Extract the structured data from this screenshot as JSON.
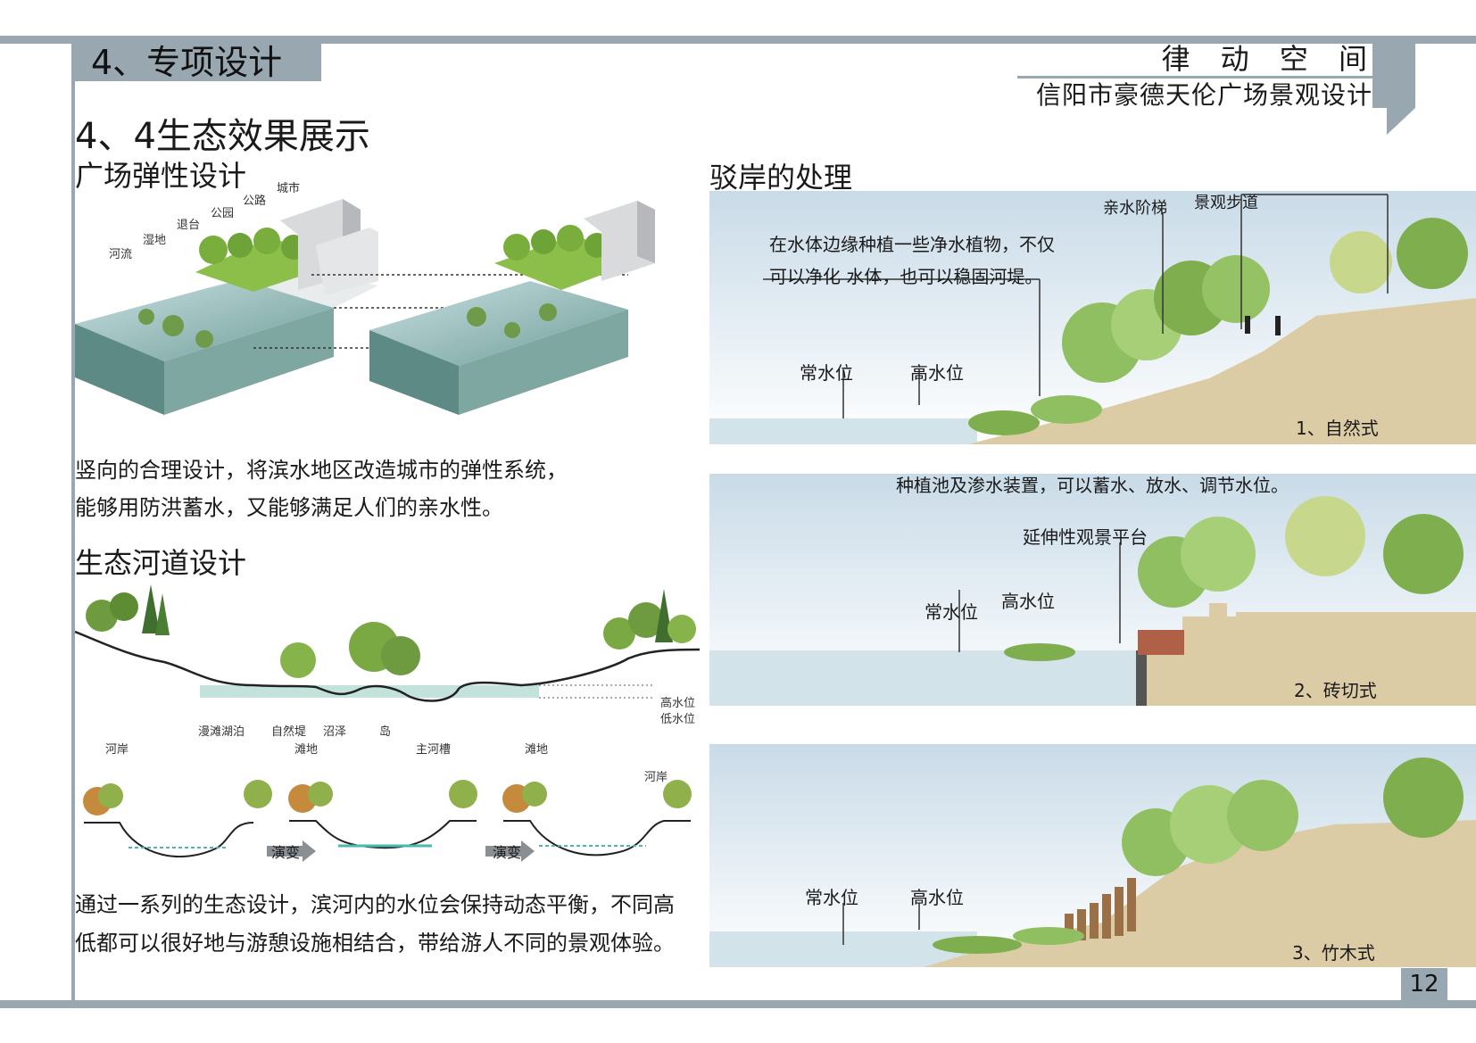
{
  "header": {
    "section": "4、专项设计",
    "project_slogan": "律 动 空 间",
    "project_name": "信阳市豪德天伦广场景观设计"
  },
  "left": {
    "main_heading": "4、4生态效果展示",
    "plaza_heading": "广场弹性设计",
    "plaza_labels": [
      "河流",
      "湿地",
      "退台",
      "公园",
      "公路",
      "城市"
    ],
    "plaza_text_1": "竖向的合理设计，将滨水地区改造城市的弹性系统，",
    "plaza_text_2": "能够用防洪蓄水，又能够满足人们的亲水性。",
    "river_heading": "生态河道设计",
    "river_labels": {
      "high_water": "高水位",
      "low_water": "低水位",
      "floodplain_lake": "漫滩湖泊",
      "natural_embankment": "自然堤",
      "marsh": "沼泽",
      "island": "岛",
      "bank_left": "河岸",
      "beach_1": "滩地",
      "main_channel": "主河槽",
      "beach_2": "滩地",
      "bank_right": "河岸"
    },
    "evolution_label_1": "演变",
    "evolution_label_2": "演变",
    "river_text_1": "通过一系列的生态设计，滨河内的水位会保持动态平衡，不同高",
    "river_text_2": "低都可以很好地与游憩设施相结合，带给游人不同的景观体验。"
  },
  "right": {
    "heading": "驳岸的处理",
    "panel1": {
      "note_1": "在水体边缘种植一些净水植物，不仅",
      "note_2": "可以净化 水体，也可以稳固河堤。",
      "stairs": "亲水阶梯",
      "walkway": "景观步道",
      "normal_water": "常水位",
      "high_water": "高水位",
      "caption": "1、自然式"
    },
    "panel2": {
      "note": "种植池及渗水装置，可以蓄水、放水、调节水位。",
      "platform": "延伸性观景平台",
      "normal_water": "常水位",
      "high_water": "高水位",
      "caption": "2、砖切式"
    },
    "panel3": {
      "normal_water": "常水位",
      "high_water": "高水位",
      "caption": "3、竹木式"
    }
  },
  "page_number": "12",
  "colors": {
    "frame": "#98a7b0",
    "soil": "#dccca6",
    "water": "#b9d3dc",
    "foliage": "#7fae4e"
  }
}
